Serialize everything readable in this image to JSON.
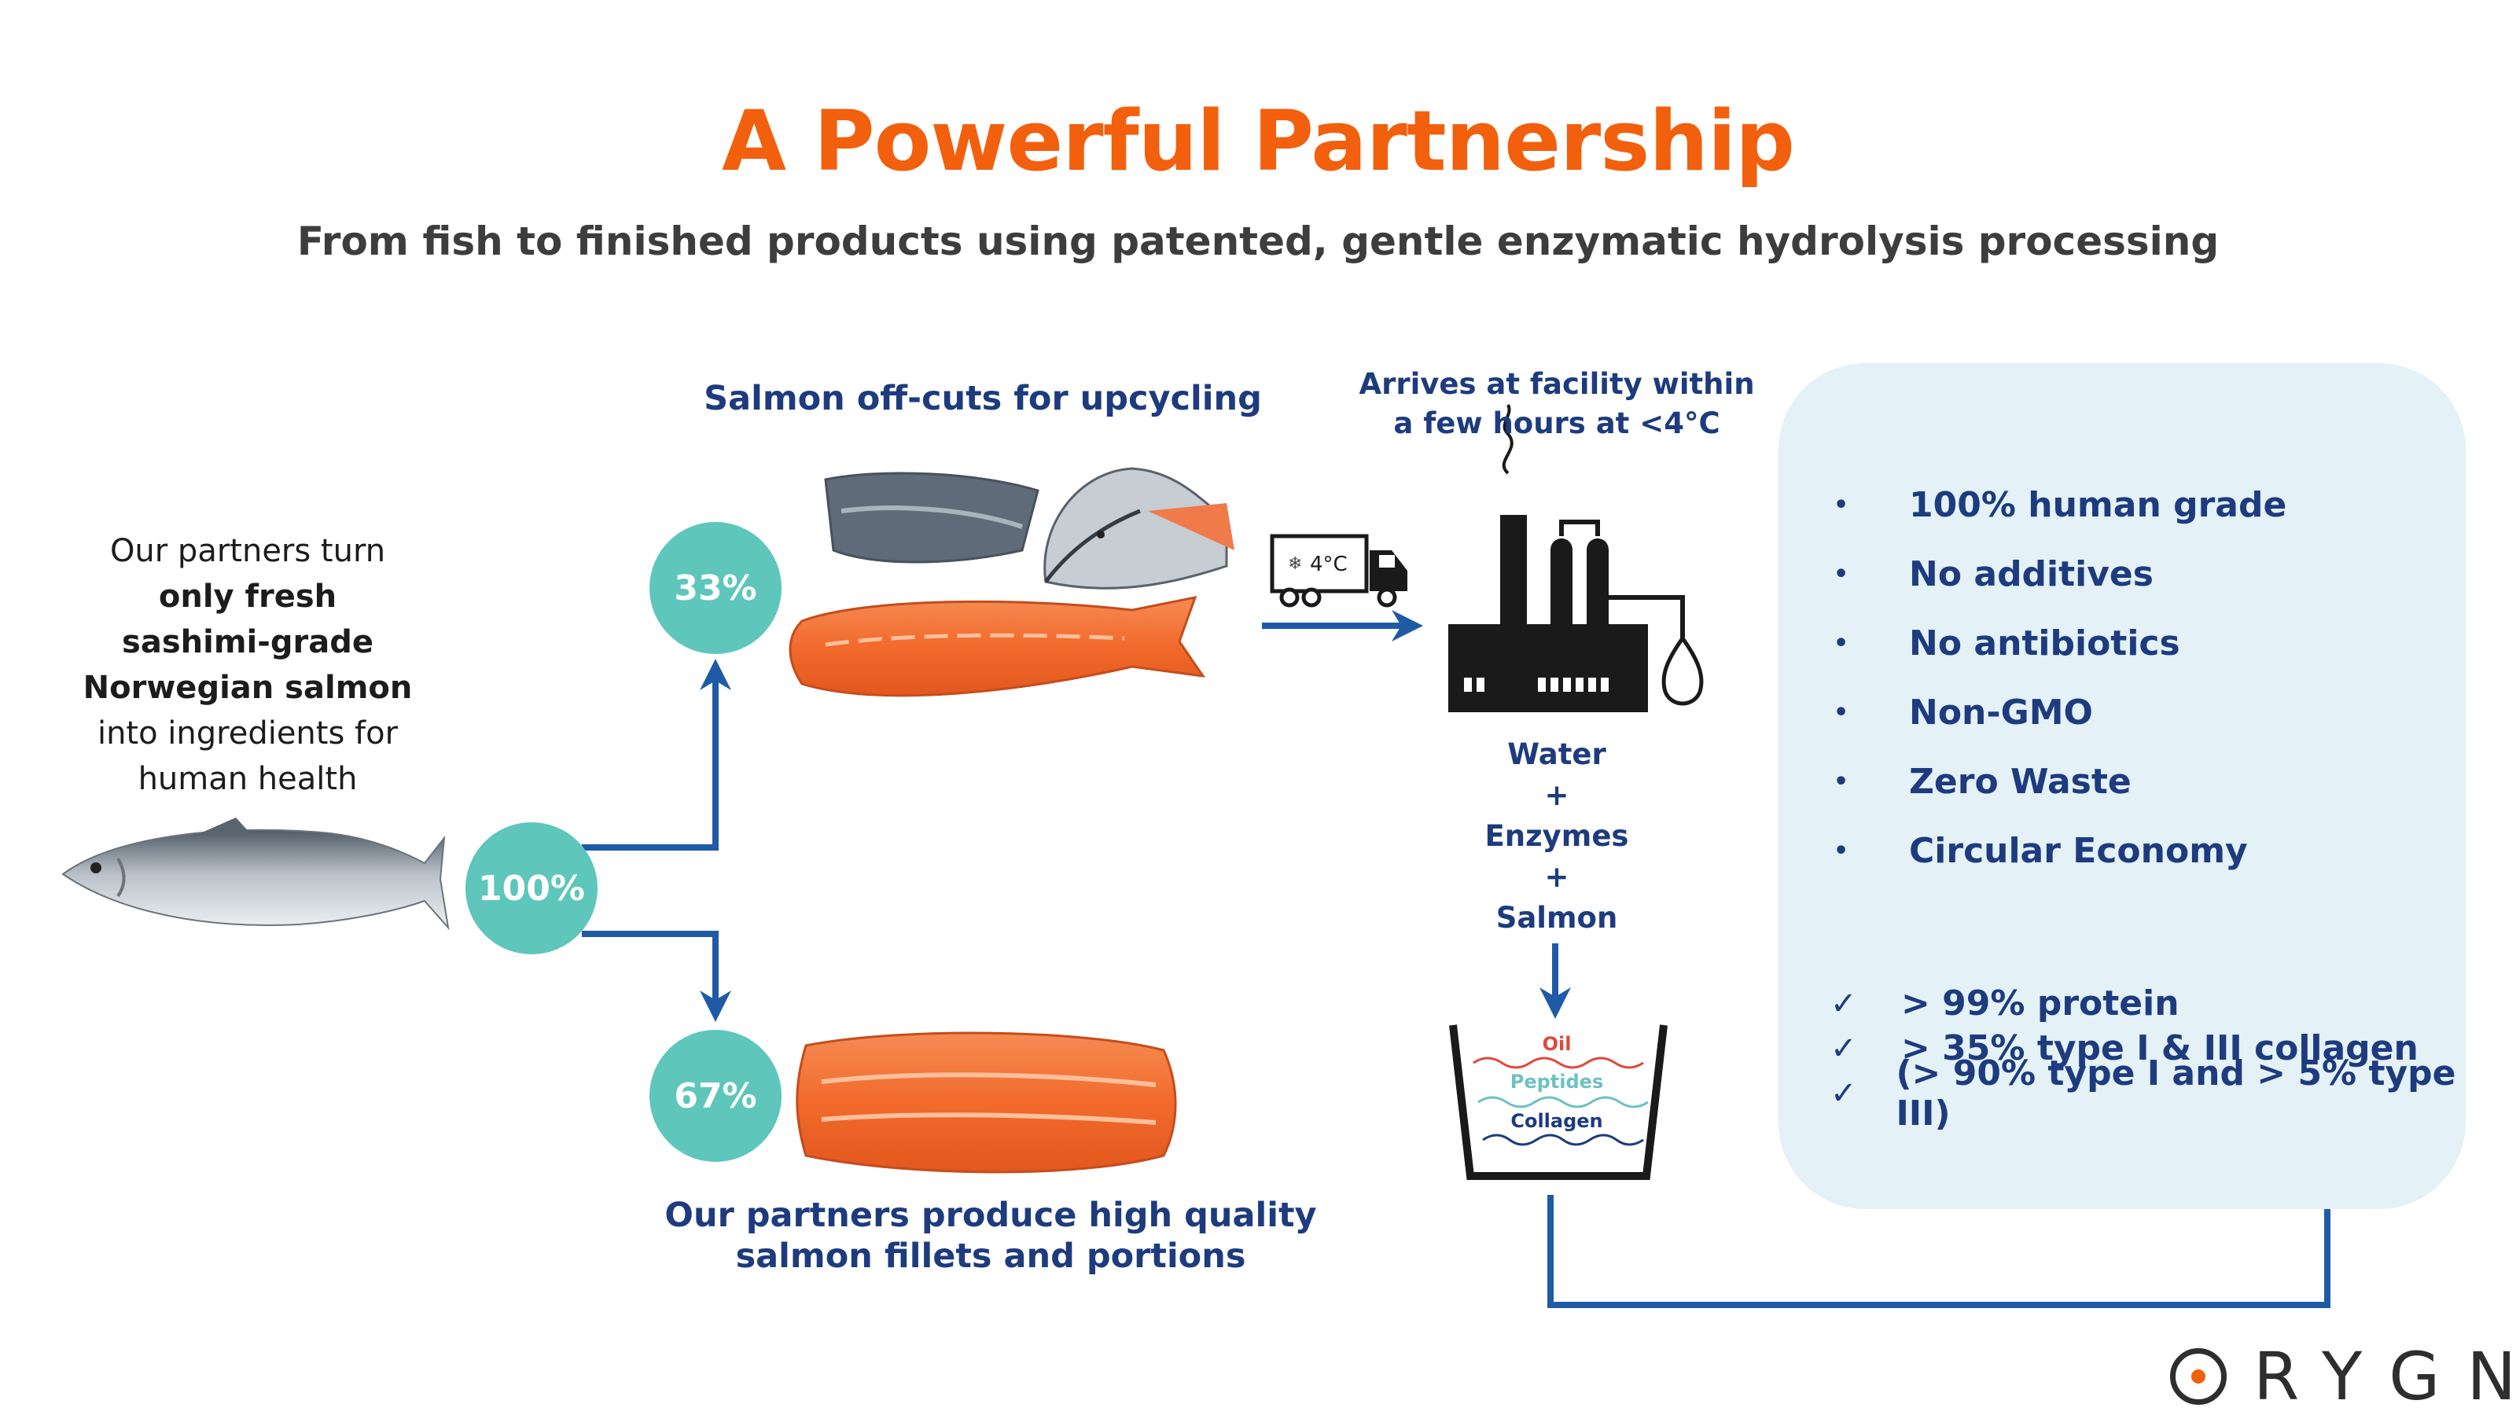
{
  "header": {
    "title": "A Powerful Partnership",
    "subtitle": "From fish to finished products using patented, gentle enzymatic hydrolysis processing"
  },
  "intro": {
    "line1": "Our partners turn",
    "line2": "only fresh",
    "line3": "sashimi-grade",
    "line4": "Norwegian salmon",
    "line5": "into ingredients for",
    "line6": "human health"
  },
  "split": {
    "whole": "100%",
    "offcuts_share": "33%",
    "fillets_share": "67%"
  },
  "offcuts_label": "Salmon off-cuts for upcycling",
  "fillets_label": {
    "line1": "Our partners produce high quality",
    "line2": "salmon fillets and portions"
  },
  "transport": {
    "line1": "Arrives at facility within",
    "line2": "a few hours at <4°C",
    "truck_temp": "4°C"
  },
  "process": {
    "water": "Water",
    "plus1": "+",
    "enzymes": "Enzymes",
    "plus2": "+",
    "salmon": "Salmon"
  },
  "outputs": {
    "oil": "Oil",
    "peptides": "Peptides",
    "collagen": "Collagen"
  },
  "benefits": [
    "100% human grade",
    "No additives",
    "No antibiotics",
    "Non-GMO",
    "Zero Waste",
    "Circular Economy"
  ],
  "specs": [
    "> 99% protein",
    "> 35% type I & III collagen",
    "(> 90% type I and > 5% type III)"
  ],
  "logo": {
    "text": "RYGN"
  },
  "colors": {
    "accent_orange": "#f2600e",
    "navy": "#1d3b7e",
    "arrow_blue": "#1f5aa6",
    "teal": "#5ec6bb",
    "panel": "#e4f1f6",
    "oil_red": "#e0483a",
    "peptide_teal": "#6cc2c0"
  },
  "icons": {
    "bullet": "•",
    "check": "✓"
  }
}
